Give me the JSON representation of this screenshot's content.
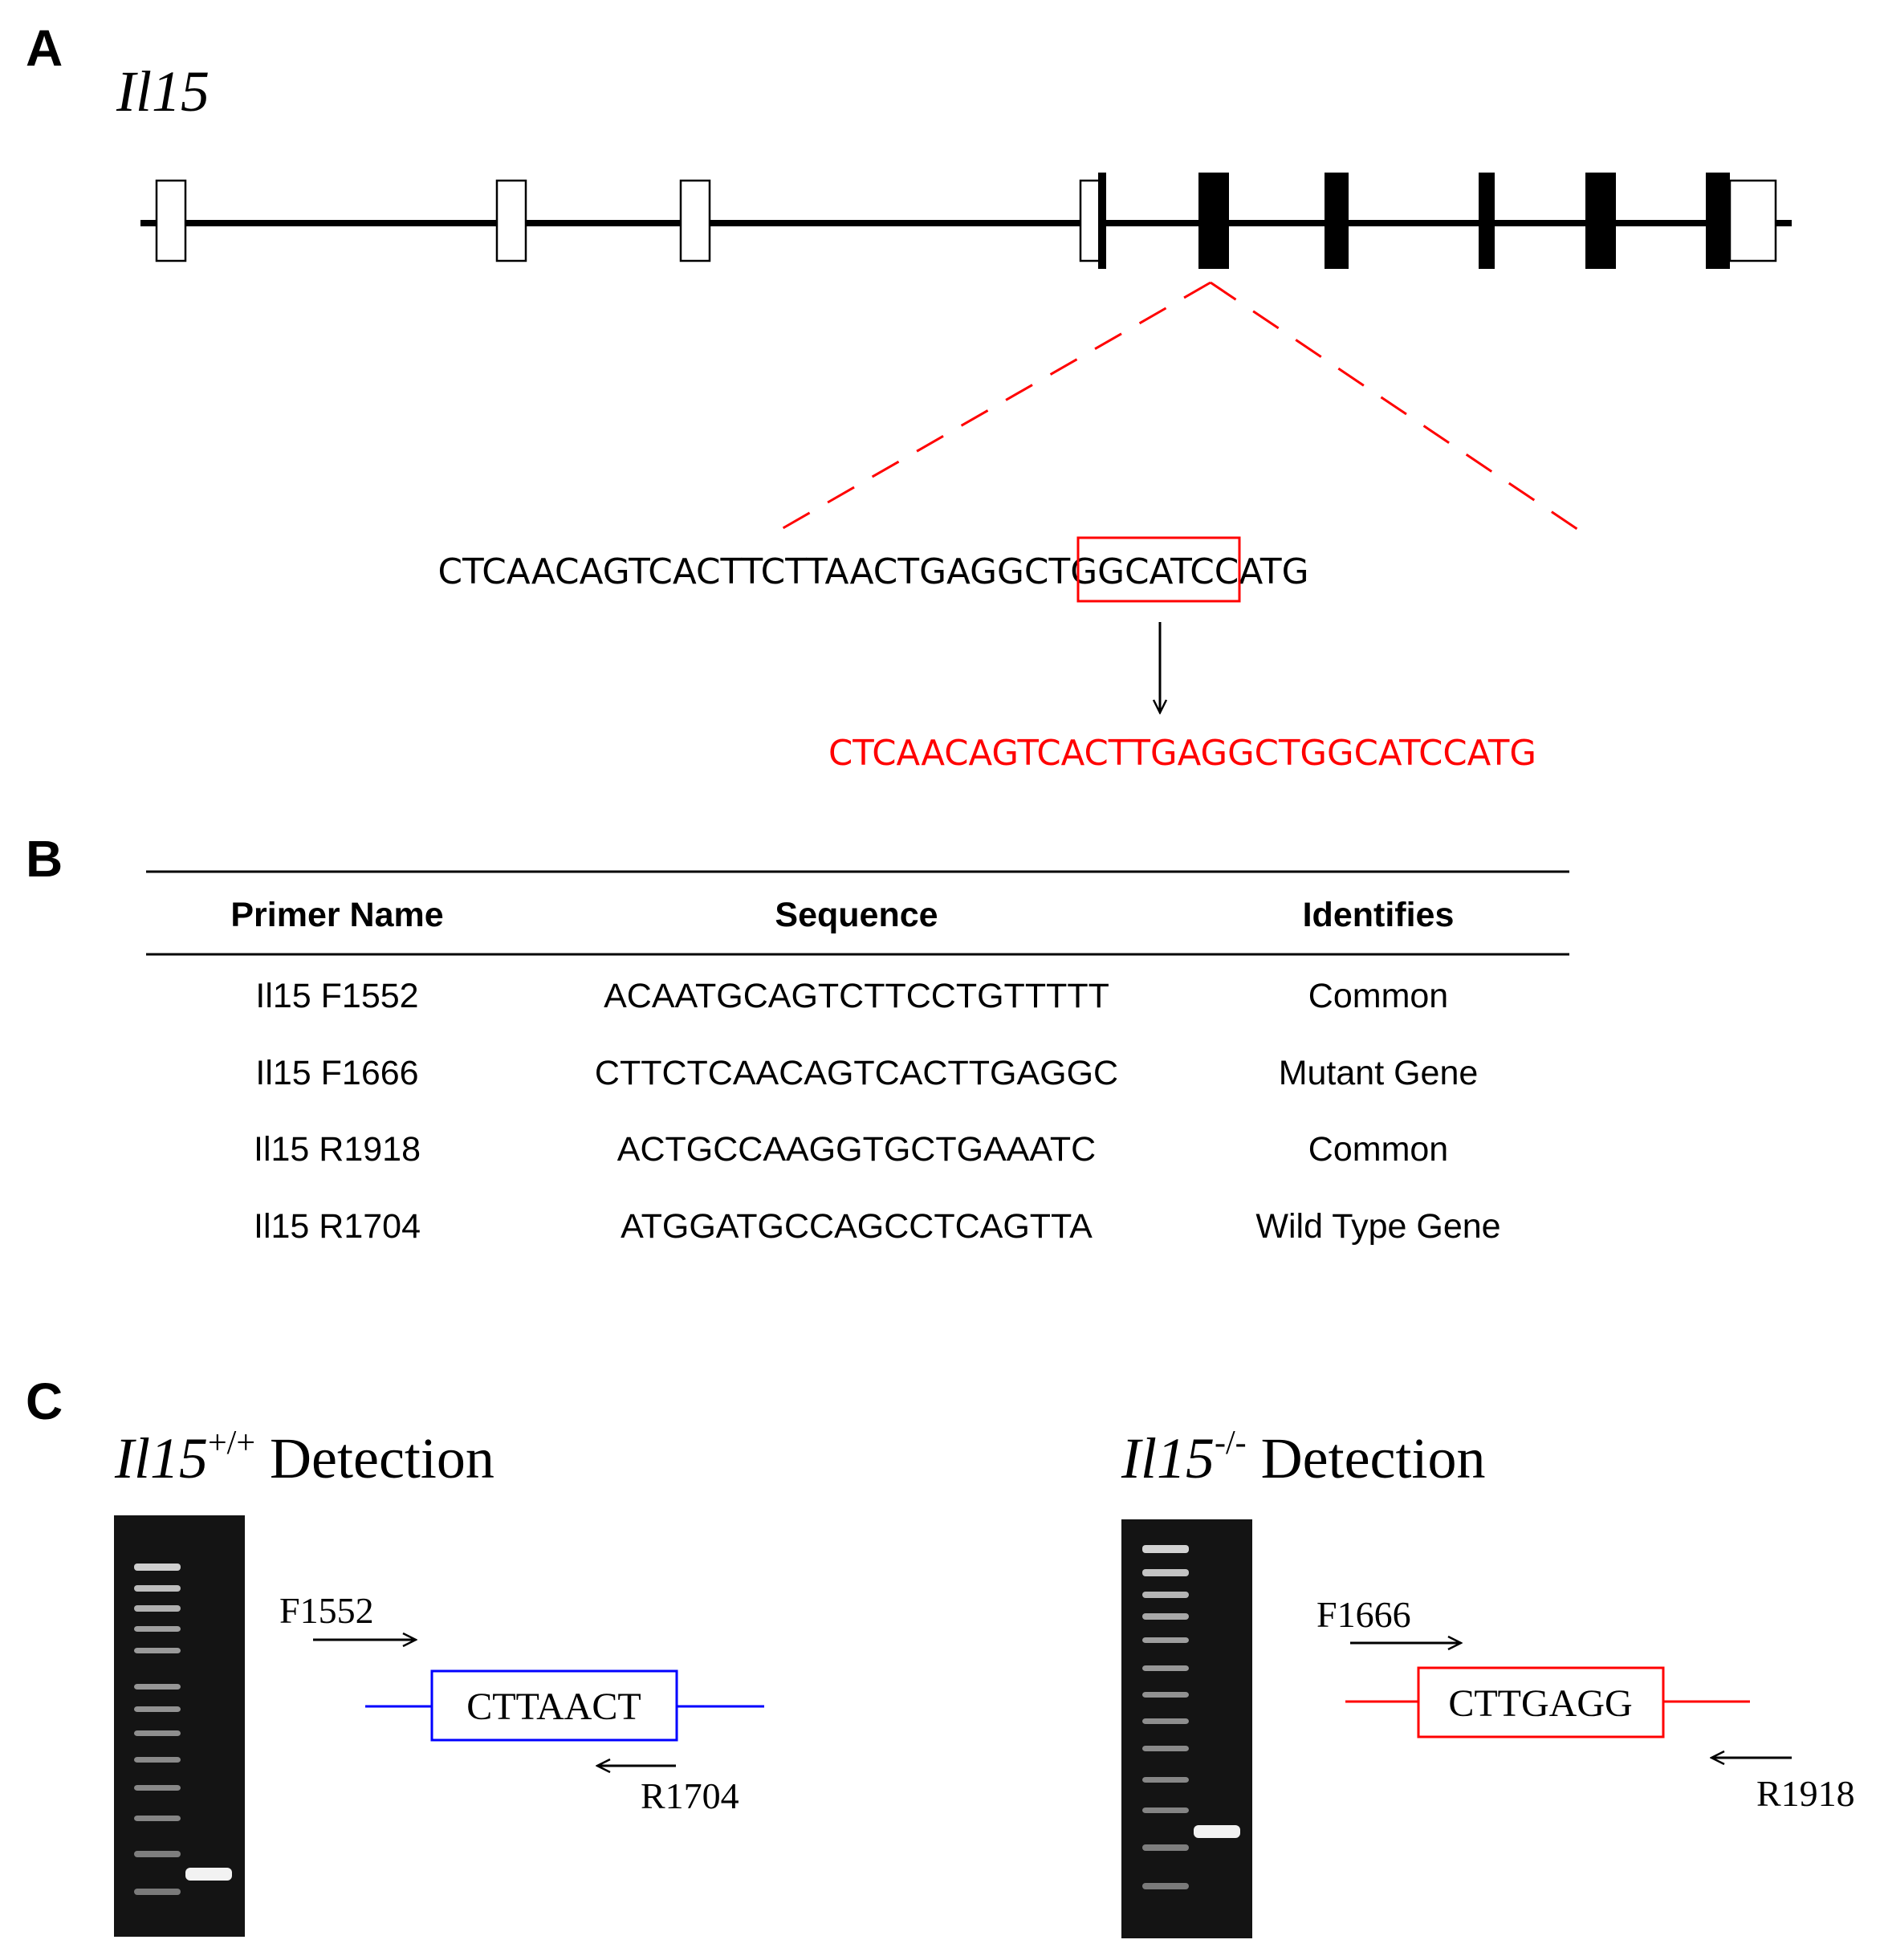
{
  "panels": {
    "a": "A",
    "b": "B",
    "c": "C"
  },
  "panel_a": {
    "gene_name": "Il15",
    "wildtype_sequence": {
      "prefix": "CTCAACAGTCACTT",
      "boxed": "CTTAACT",
      "suffix": "GAGGCTGGCATCCATG"
    },
    "mutant_sequence": "CTCAACAGTCACTTGAGGCTGGCATCCATG",
    "colors": {
      "mutant": "#ff0000",
      "highlight_box": "#ff0000",
      "zoom_lines": "#ff0000"
    }
  },
  "panel_b": {
    "headers": [
      "Primer Name",
      "Sequence",
      "Identifies"
    ],
    "rows": [
      [
        "Il15 F1552",
        "ACAATGCAGTCTTCCTGTTTTT",
        "Common"
      ],
      [
        "Il15 F1666",
        "CTTCTCAACAGTCACTTGAGGC",
        "Mutant Gene"
      ],
      [
        "Il15 R1918",
        "ACTGCCAAGGTGCTGAAATC",
        "Common"
      ],
      [
        "Il15 R1704",
        "ATGGATGCCAGCCTCAGTTA",
        "Wild Type Gene"
      ]
    ]
  },
  "panel_c": {
    "left": {
      "gene": "Il15",
      "superscript": "+/+",
      "label": " Detection",
      "forward_primer": "F1552",
      "reverse_primer": "R1704",
      "box_sequence": "CTTAACT",
      "color": "#0000ff"
    },
    "right": {
      "gene": "Il15",
      "superscript": "-/-",
      "label": " Detection",
      "forward_primer": "F1666",
      "reverse_primer": "R1918",
      "box_sequence": "CTTGAGG",
      "color": "#ff0000"
    }
  }
}
